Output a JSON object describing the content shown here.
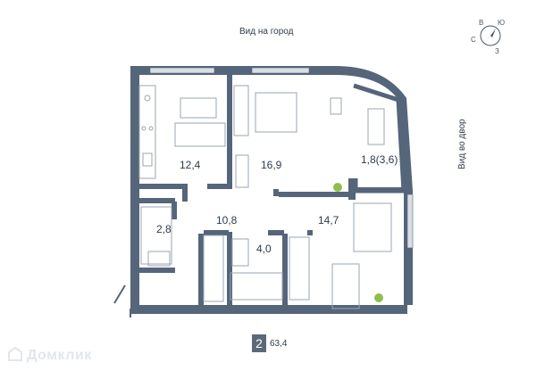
{
  "views": {
    "top": "Вид на город",
    "right": "Вид во двор"
  },
  "compass": {
    "n": "С",
    "e": "В",
    "s": "Ю",
    "w": "З"
  },
  "rooms": [
    {
      "id": "kitchen",
      "area": "12,4"
    },
    {
      "id": "bedroom",
      "area": "16,9"
    },
    {
      "id": "balcony",
      "area": "1,8(3,6)"
    },
    {
      "id": "hall",
      "area": "10,8"
    },
    {
      "id": "wc",
      "area": "2,8"
    },
    {
      "id": "bathroom",
      "area": "4,0"
    },
    {
      "id": "room2",
      "area": "14,7"
    }
  ],
  "summary": {
    "rooms": "2",
    "total_area": "63,4"
  },
  "watermark": "Домклик",
  "colors": {
    "wall": "#55657a",
    "window": "#d9dee4",
    "furniture": "#9aa6b3",
    "plant": "#8dbf4a"
  }
}
